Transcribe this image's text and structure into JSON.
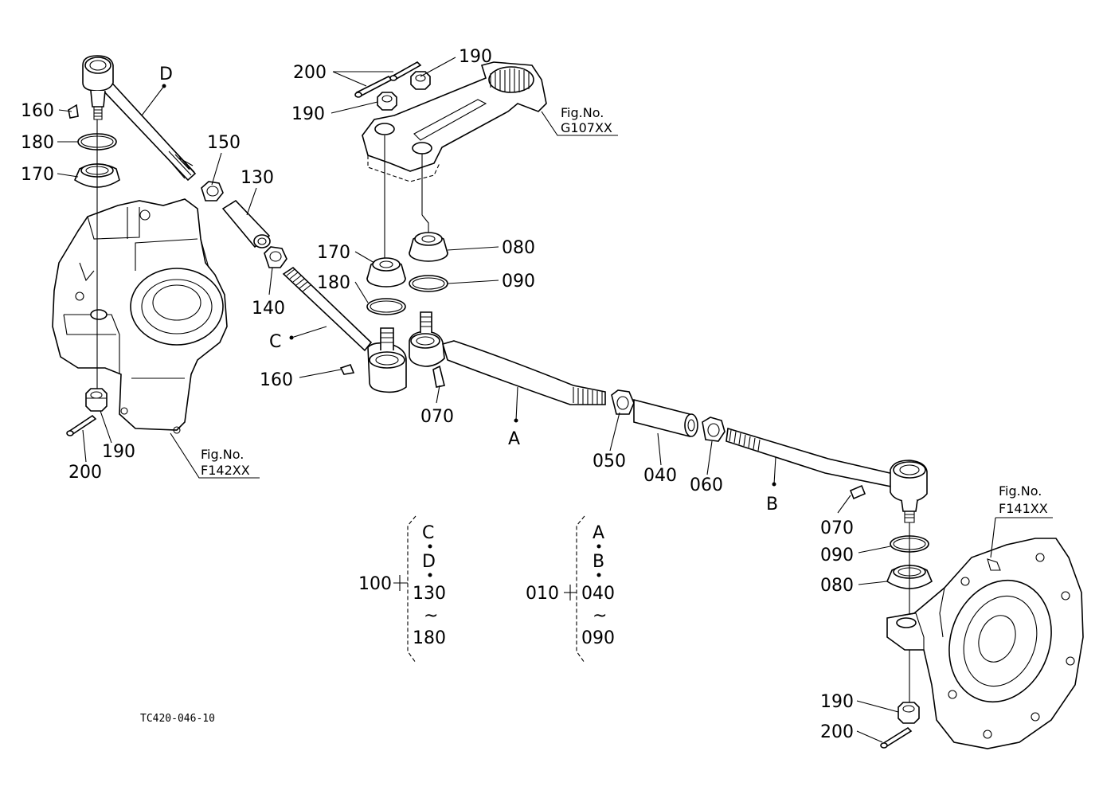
{
  "labels": {
    "l200_top": "200",
    "l190_top": "190",
    "l190_mid": "190",
    "figG_a": "Fig.No.",
    "figG_b": "G107XX",
    "lD": "D",
    "l160_tl": "160",
    "l180_l": "180",
    "l170_l": "170",
    "l150": "150",
    "l130": "130",
    "l140": "140",
    "lC": "C",
    "l160_c": "160",
    "l170_c": "170",
    "l180_c": "180",
    "l080_c": "080",
    "l090_c": "090",
    "l070_c": "070",
    "lA": "A",
    "l050": "050",
    "l040": "040",
    "l060": "060",
    "lB": "B",
    "l190_bl": "190",
    "l200_bl": "200",
    "figF142_a": "Fig.No.",
    "figF142_b": "F142XX",
    "figF141_a": "Fig.No.",
    "figF141_b": "F141XX",
    "l070_r": "070",
    "l090_r": "090",
    "l080_r": "080",
    "l190_br": "190",
    "l200_br": "200",
    "g100": "100",
    "g100_1": "C",
    "g100_2": "D",
    "g100_3": "130",
    "g100_4": "~",
    "g100_5": "180",
    "g010": "010",
    "g010_1": "A",
    "g010_2": "B",
    "g010_3": "040",
    "g010_4": "~",
    "g010_5": "090",
    "code": "TC420-046-10"
  }
}
